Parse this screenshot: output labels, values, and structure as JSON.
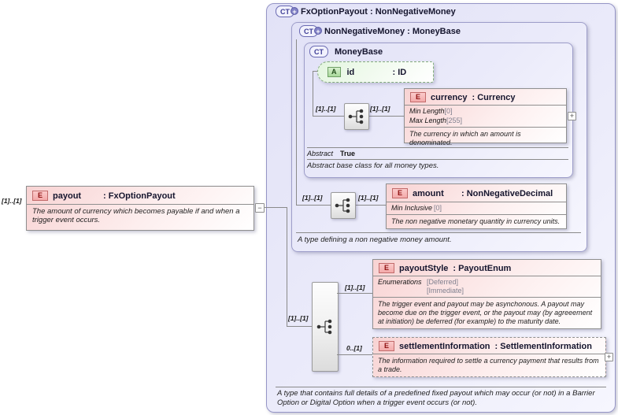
{
  "symbols": {
    "ct": "CT",
    "attr": "A",
    "elem": "E",
    "expand": "+",
    "collapse": "−"
  },
  "payout": {
    "occurrence": "[1]..[1]",
    "name": "payout",
    "type": ": FxOptionPayout",
    "annotation": "The amount of currency which becomes payable if and when a trigger event occurs."
  },
  "fx_option_payout": {
    "title": "FxOptionPayout : NonNegativeMoney",
    "sequence_occurrence": "[1]..[1]",
    "annotation": "A type that contains full details of a predefined fixed payout which may occur (or not) in a Barrier Option or Digital Option when a trigger event occurs (or not)."
  },
  "non_negative_money": {
    "title": "NonNegativeMoney : MoneyBase",
    "sequence_occurrence": "[1]..[1]",
    "annotation": "A type defining a non negative money amount."
  },
  "money_base": {
    "title": "MoneyBase",
    "sequence_occurrence": "[1]..[1]",
    "abstract_label": "Abstract",
    "abstract_value": "True",
    "annotation": "Abstract base class for all money types."
  },
  "id_attribute": {
    "name": "id",
    "type": ": ID"
  },
  "currency": {
    "occurrence": "[1]..[1]",
    "name": "currency",
    "type": ": Currency",
    "facets": [
      {
        "label": "Min Length",
        "value": "[0]"
      },
      {
        "label": "Max Length",
        "value": "[255]"
      }
    ],
    "annotation": "The currency in which an amount is denominated."
  },
  "amount": {
    "occurrence": "[1]..[1]",
    "name": "amount",
    "type": ": NonNegativeDecimal",
    "facets": [
      {
        "label": "Min Inclusive",
        "value": "[0]"
      }
    ],
    "annotation": "The non negative monetary quantity in currency units."
  },
  "payout_style": {
    "occurrence": "[1]..[1]",
    "name": "payoutStyle",
    "type": ": PayoutEnum",
    "facet_label": "Enumerations",
    "facet_values": [
      "[Deferred]",
      "[Immediate]"
    ],
    "annotation": "The trigger event and payout may be asynchonous. A payout may become due on the trigger event, or the payout may (by agreeement at initiation) be deferred (for example) to the maturity date."
  },
  "settlement_information": {
    "occurrence": "0..[1]",
    "name": "settlementInformation",
    "type": ": SettlementInformation",
    "annotation": "The information required to settle a currency payment that results from a trade."
  },
  "colors": {
    "container_border": "#9595c6",
    "element_pink": "#f8d3d3",
    "attribute_green": "#e3f6df",
    "connector_gray": "#8a8a8a"
  }
}
